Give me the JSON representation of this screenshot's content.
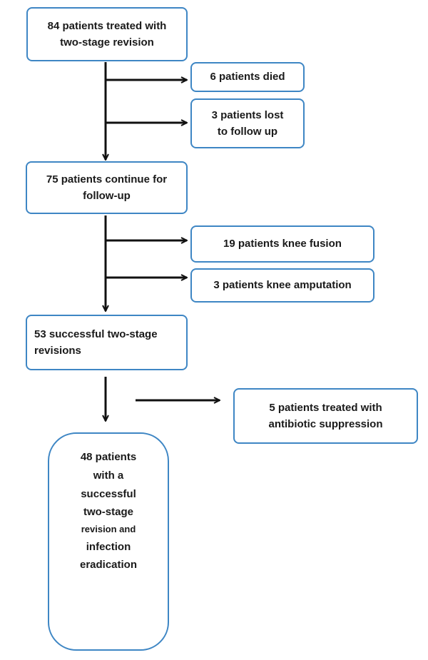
{
  "diagram": {
    "nodes": {
      "start": [
        "84 patients treated with",
        "two-stage revision"
      ],
      "died": [
        "6 patients died"
      ],
      "lost": [
        "3 patients lost",
        "to follow up"
      ],
      "continue": [
        "75 patients continue for",
        "follow-up"
      ],
      "fusion": [
        "19 patients knee fusion"
      ],
      "amputation": [
        "3 patients knee amputation"
      ],
      "successful": [
        "53 successful two-stage",
        "revisions"
      ],
      "suppression": [
        "5 patients treated with",
        "antibiotic suppression"
      ],
      "final": [
        "48 patients",
        "with a",
        "successful",
        "two-stage",
        "revision and",
        "infection",
        "eradication"
      ]
    },
    "colors": {
      "border": "#3e86c4",
      "arrow": "#111111",
      "text": "#1a1a1a"
    }
  }
}
